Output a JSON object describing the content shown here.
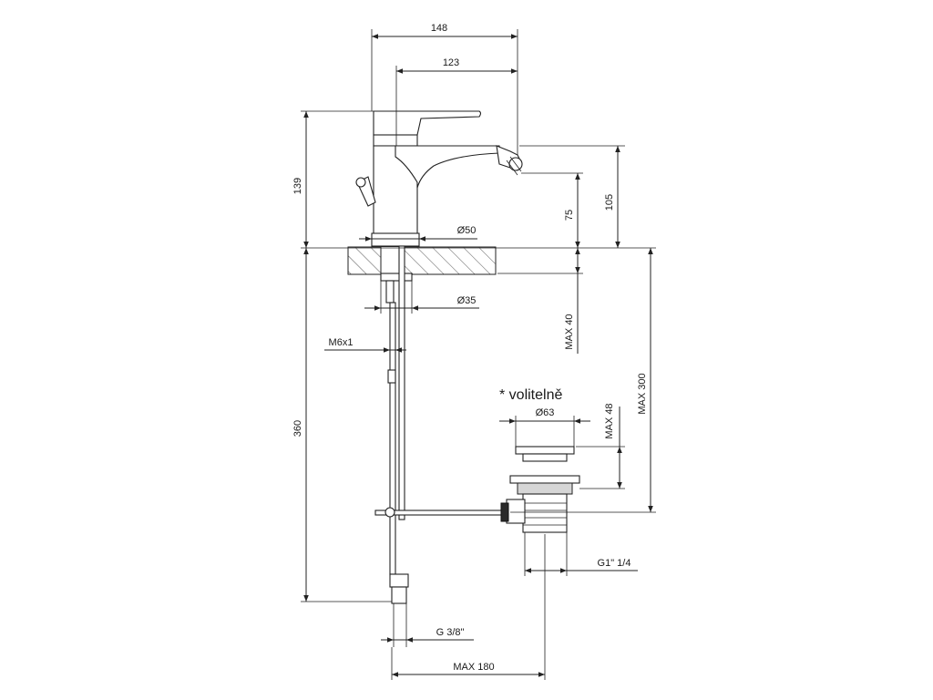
{
  "dimensions": {
    "overall_width": "148",
    "spout_reach": "123",
    "total_height": "139",
    "spout_height": "105",
    "outlet_height": "75",
    "base_diameter": "Ø50",
    "hole_diameter": "Ø35",
    "thread": "M6x1",
    "deck_thickness": "MAX 40",
    "hose_length": "360",
    "waste_height": "MAX 300",
    "waste_top_diameter": "Ø63",
    "waste_max": "MAX 48",
    "waste_thread": "G1\" 1/4",
    "hose_connection": "G 3/8\"",
    "max_width": "MAX 180"
  },
  "note": "* volitelně",
  "colors": {
    "line": "#222222",
    "hatch": "#555555",
    "fill_gray": "#d6d6d6"
  }
}
